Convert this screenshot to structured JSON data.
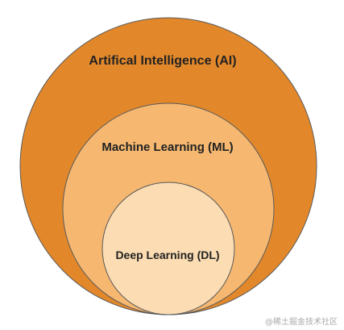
{
  "diagram": {
    "outer": {
      "label": "Artifical Intelligence (AI)",
      "fill": "#e3882a",
      "stroke": "#5a5a5a"
    },
    "middle": {
      "label": "Machine Learning (ML)",
      "fill": "#f6b870",
      "stroke": "#5a5a5a"
    },
    "inner": {
      "label": "Deep Learning (DL)",
      "fill": "#fbdcb3",
      "stroke": "#5a5a5a"
    }
  },
  "watermark": "@稀土掘金技术社区"
}
